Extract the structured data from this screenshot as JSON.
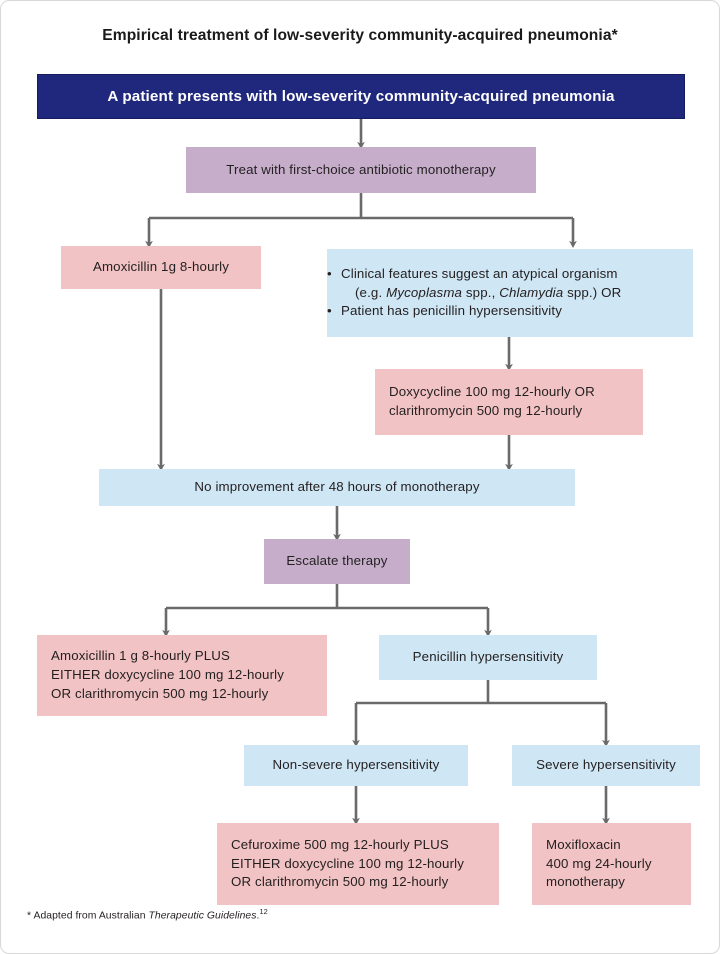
{
  "figure": {
    "title": "Empirical treatment of low-severity community-acquired pneumonia*",
    "footnote_prefix": "* Adapted from Australian ",
    "footnote_italic": "Therapeutic Guidelines",
    "footnote_suffix": ".",
    "footnote_reference": "12",
    "colors": {
      "header_navy": "#20287e",
      "decision_purple": "#c6aecb",
      "condition_blue": "#cfe6f4",
      "treatment_pink": "#f2c3c4",
      "connector_gray": "#6a6a6a",
      "border_gray": "#d8d8d8"
    }
  },
  "nodes": {
    "start": {
      "label": "A patient presents with low-severity community-acquired pneumonia"
    },
    "first_choice": {
      "label": "Treat with first-choice antibiotic monotherapy"
    },
    "amoxicillin": {
      "label": "Amoxicillin 1g 8-hourly"
    },
    "atypical_criteria": {
      "bullet1_line1": "Clinical features suggest an atypical organism",
      "bullet1_line2_pre": "(e.g. ",
      "bullet1_line2_italic1": "Mycoplasma",
      "bullet1_line2_mid": " spp., ",
      "bullet1_line2_italic2": "Chlamydia",
      "bullet1_line2_post": " spp.) OR",
      "bullet2": "Patient has penicillin hypersensitivity"
    },
    "doxy_or_clarithro": {
      "line1": "Doxycycline 100 mg 12-hourly OR",
      "line2": "clarithromycin 500 mg 12-hourly"
    },
    "no_improvement": {
      "label": "No improvement after 48 hours of monotherapy"
    },
    "escalate": {
      "label": "Escalate therapy"
    },
    "amox_plus": {
      "line1": "Amoxicillin 1 g 8-hourly PLUS",
      "line2": "EITHER doxycycline 100 mg 12-hourly",
      "line3": "OR clarithromycin 500 mg 12-hourly"
    },
    "penicillin_hypersensitivity": {
      "label": "Penicillin hypersensitivity"
    },
    "non_severe": {
      "label": "Non-severe hypersensitivity"
    },
    "severe": {
      "label": "Severe hypersensitivity"
    },
    "cefuroxime_plus": {
      "line1": "Cefuroxime 500 mg 12-hourly PLUS",
      "line2": "EITHER doxycycline 100 mg 12-hourly",
      "line3": "OR clarithromycin 500 mg 12-hourly"
    },
    "moxifloxacin": {
      "line1": "Moxifloxacin",
      "line2": "400 mg 24-hourly",
      "line3": "monotherapy"
    }
  }
}
